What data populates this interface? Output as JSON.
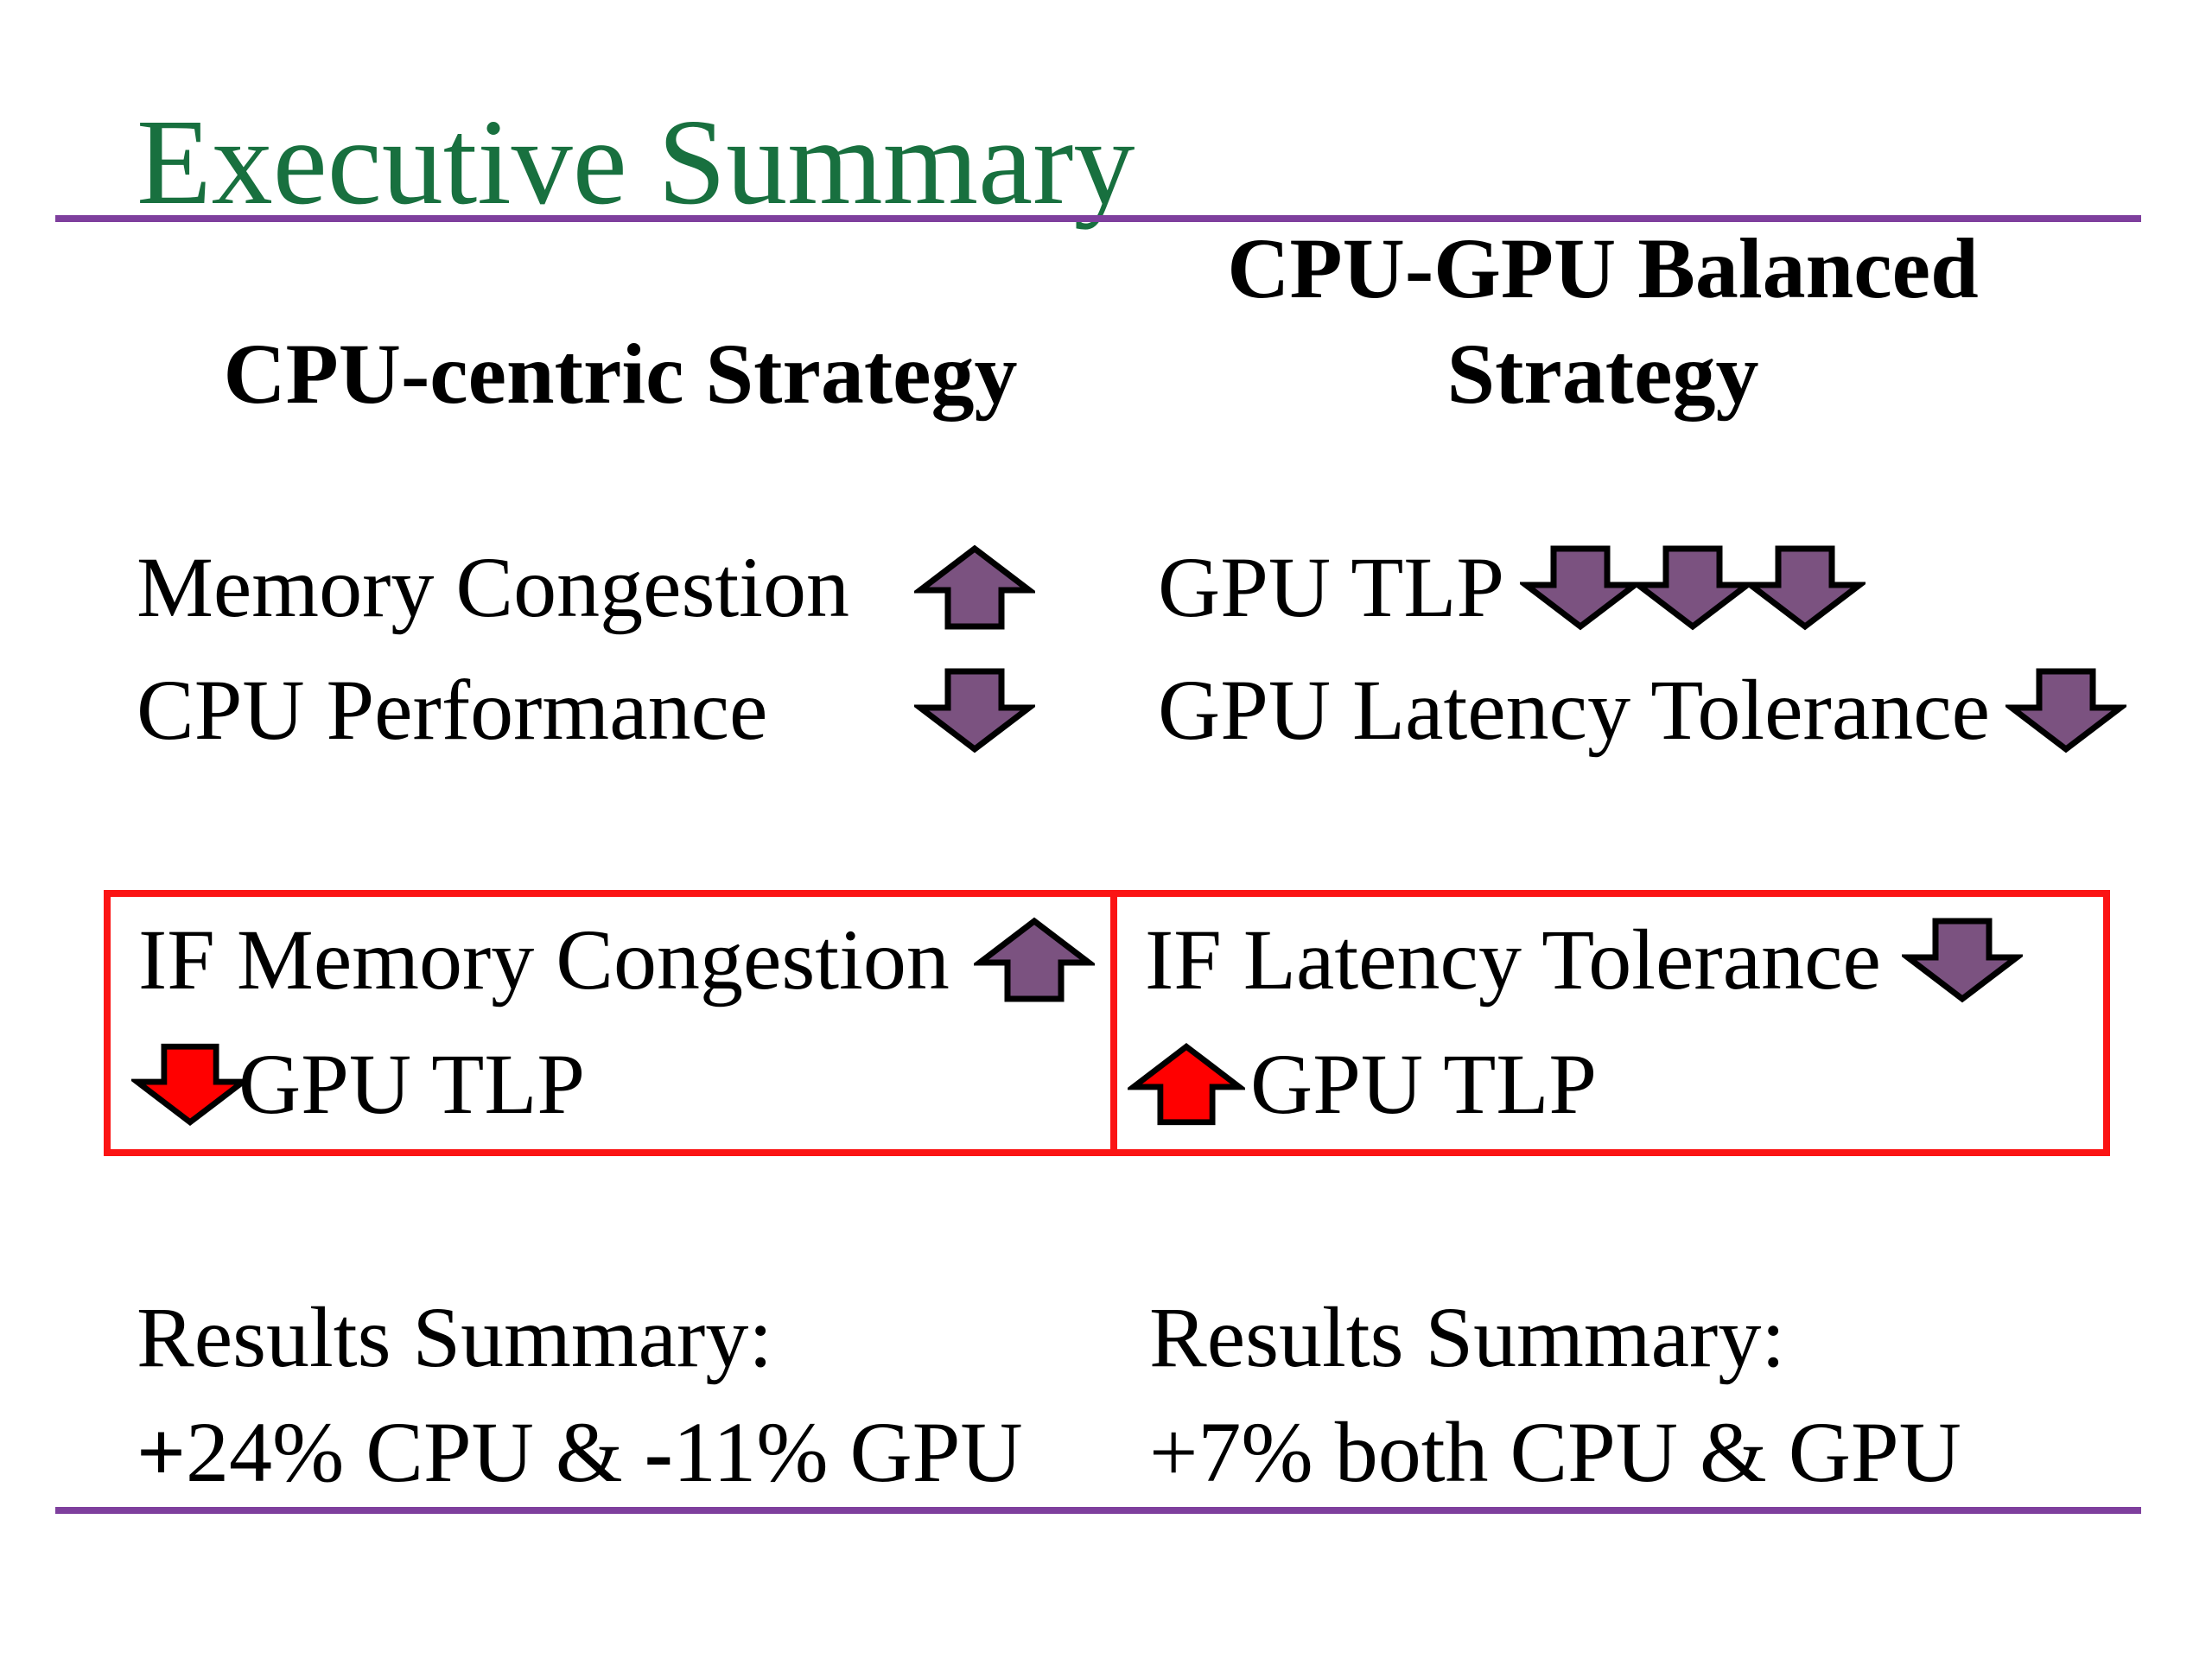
{
  "slide": {
    "title": "Executive Summary",
    "colors": {
      "title_green": "#18703F",
      "divider_purple": "#7E3F9D",
      "arrow_purple": "#7B5280",
      "arrow_red": "#FF0000",
      "box_border_red": "#FB1414",
      "text_black": "#000000",
      "background": "#FFFFFF"
    }
  },
  "columns": [
    {
      "header": "CPU-centric Strategy",
      "rows": [
        {
          "label": "Memory Congestion",
          "arrow": {
            "dir": "up",
            "count": 1,
            "color": "#7B5280"
          }
        },
        {
          "label": "CPU Performance",
          "arrow": {
            "dir": "down",
            "count": 1,
            "color": "#7B5280"
          }
        }
      ],
      "if_box": {
        "condition": "IF Memory Congestion",
        "condition_arrow": {
          "dir": "up",
          "count": 1,
          "color": "#7B5280"
        },
        "consequence": "GPU TLP",
        "consequence_arrow": {
          "dir": "down",
          "count": 1,
          "color": "#FF0000"
        }
      },
      "results": {
        "heading": "Results Summary:",
        "detail_parts": [
          "+",
          "24% CPU & ",
          "-",
          "11% GPU"
        ],
        "detail_full": "+24% CPU & -11% GPU"
      }
    },
    {
      "header": "CPU-GPU Balanced Strategy",
      "rows": [
        {
          "label": "GPU TLP",
          "arrow": {
            "dir": "down",
            "count": 3,
            "color": "#7B5280"
          }
        },
        {
          "label": "GPU Latency Tolerance",
          "arrow": {
            "dir": "down",
            "count": 1,
            "color": "#7B5280"
          }
        }
      ],
      "if_box": {
        "condition": "IF Latency Tolerance",
        "condition_arrow": {
          "dir": "down",
          "count": 1,
          "color": "#7B5280"
        },
        "consequence": "GPU TLP",
        "consequence_arrow": {
          "dir": "up",
          "count": 1,
          "color": "#FF0000"
        }
      },
      "results": {
        "heading": "Results Summary:",
        "detail": "+7% both CPU & GPU"
      }
    }
  ]
}
